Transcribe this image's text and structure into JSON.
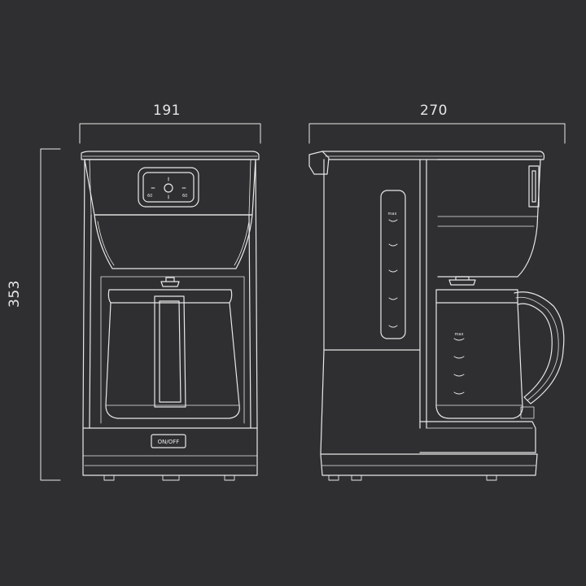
{
  "dimensions": {
    "width_front": "191",
    "width_side": "270",
    "height": "353"
  },
  "front_view": {
    "switch_label": "ON/OFF",
    "clock": {
      "left_mark": "60",
      "right_mark": "60"
    }
  },
  "side_view": {
    "tank_scale_top": "max",
    "carafe_scale_top": "max"
  },
  "colors": {
    "background": "#2f2f31",
    "line": "#e8e8e8"
  }
}
